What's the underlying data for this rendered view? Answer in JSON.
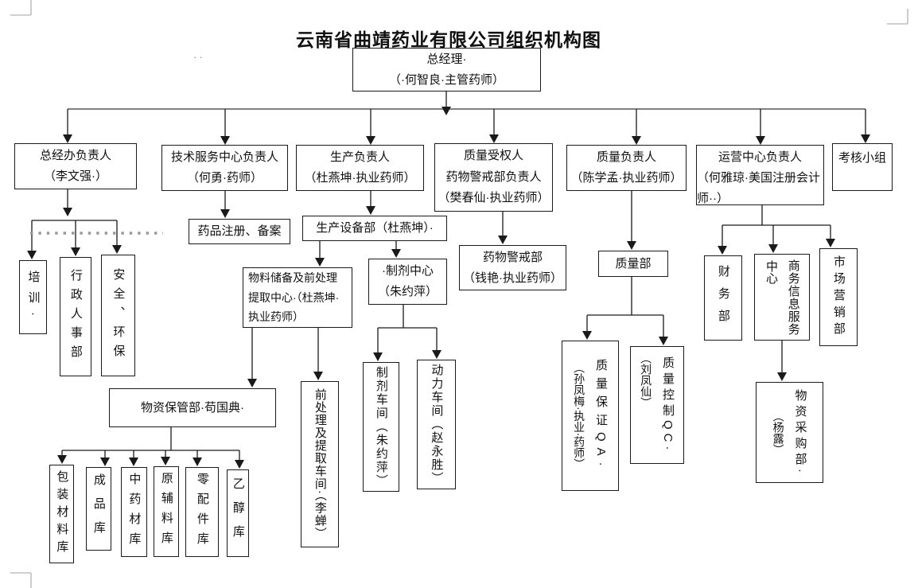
{
  "page": {
    "title": "云南省曲靖药业有限公司组织机构图"
  },
  "nodes": {
    "gm": {
      "line1": "总经理·",
      "line2": "（·何智良·主管药师）"
    },
    "gm_office": {
      "line1": "总经办负责人",
      "line2": "（李文强·）"
    },
    "tech": {
      "line1": "技术服务中心负责人",
      "line2": "（何勇·药师）"
    },
    "prod": {
      "line1": "生产负责人",
      "line2": "（杜燕坤·执业药师）"
    },
    "qa_auth": {
      "line1": "质量受权人",
      "line2": "药物警戒部负责人",
      "line3": "（樊春仙·执业药师）"
    },
    "qlead": {
      "line1": "质量负责人",
      "line2": "（陈学孟·执业药师）"
    },
    "ops": {
      "line1": "运营中心负责人",
      "line2": "（何雅琼·美国注册会计师··）"
    },
    "assess": {
      "label": "考核小组"
    },
    "training": {
      "label": "培训·"
    },
    "admin_hr": {
      "label": "行政人事部"
    },
    "safety": {
      "label": "安全、环保"
    },
    "drug_reg": {
      "label": "药品注册、备案"
    },
    "equip": {
      "label": "生产设备部（杜燕坤）·"
    },
    "material_center": {
      "label": "物料储备及前处理提取中心·（杜燕坤·执业药师）"
    },
    "prep_center": {
      "line1": "·制剂中心",
      "line2": "（朱约萍）"
    },
    "pv_dept": {
      "line1": "药物警戒部",
      "line2": "（钱艳·执业药师）"
    },
    "quality_dept": {
      "label": "质量部"
    },
    "finance": {
      "label": "财务部"
    },
    "biz_info": {
      "label": "商务信息服务",
      "sub": "中心"
    },
    "marketing": {
      "label": "市场营销部"
    },
    "storage": {
      "label": "物资保管部·苟国典·"
    },
    "pre_extract_ws": {
      "label": "前处理及提取车间·（李蝉）"
    },
    "prep_ws": {
      "label": "制剂车间（朱约萍）"
    },
    "power_ws": {
      "label": "动力车间（赵永胜）"
    },
    "qa": {
      "label": "质量保证QA·",
      "sub": "（孙凤梅·执业·药师）"
    },
    "qc": {
      "label": "质量控制QC·",
      "sub": "（刘凤仙）"
    },
    "purchase": {
      "label": "物资采购部·",
      "sub": "（杨露）"
    },
    "wh_packaging": {
      "label": "包装材料库"
    },
    "wh_finished": {
      "label": "成品库"
    },
    "wh_herbs": {
      "label": "中药材库"
    },
    "wh_raw": {
      "label": "原辅料库"
    },
    "wh_parts": {
      "label": "零配件库"
    },
    "wh_ethanol": {
      "label": "乙醇库"
    }
  },
  "colors": {
    "line": "#1a1a1a",
    "bus": "#808080",
    "dotted": "#999999",
    "corner": "#c0c0c0"
  }
}
